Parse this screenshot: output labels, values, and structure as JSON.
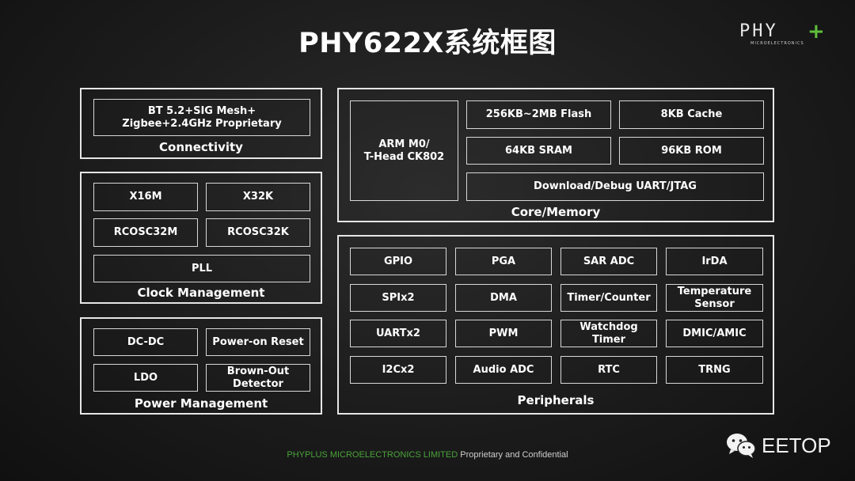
{
  "title": "PHY622X系统框图",
  "logo": {
    "text": "PHY",
    "sub": "MICROELECTRONICS"
  },
  "connectivity": {
    "label": "Connectivity",
    "box": "BT 5.2+SIG Mesh+\nZigbee+2.4GHz Proprietary"
  },
  "clock": {
    "label": "Clock Management",
    "x16m": "X16M",
    "x32k": "X32K",
    "rcosc32m": "RCOSC32M",
    "rcosc32k": "RCOSC32K",
    "pll": "PLL"
  },
  "power": {
    "label": "Power Management",
    "dcdc": "DC-DC",
    "por": "Power-on Reset",
    "ldo": "LDO",
    "bod": "Brown-Out\nDetector"
  },
  "core": {
    "label": "Core/Memory",
    "cpu": "ARM M0/\nT-Head CK802",
    "flash": "256KB~2MB Flash",
    "cache": "8KB Cache",
    "sram": "64KB SRAM",
    "rom": "96KB ROM",
    "debug": "Download/Debug UART/JTAG"
  },
  "periph": {
    "label": "Peripherals",
    "items": [
      "GPIO",
      "PGA",
      "SAR ADC",
      "IrDA",
      "SPIx2",
      "DMA",
      "Timer/Counter",
      "Temperature\nSensor",
      "UARTx2",
      "PWM",
      "Watchdog\nTimer",
      "DMIC/AMIC",
      "I2Cx2",
      "Audio ADC",
      "RTC",
      "TRNG"
    ]
  },
  "footer": {
    "company": "PHYPLUS MICROELECTRONICS LIMITED",
    "rest": " Proprietary and Confidential"
  },
  "watermark": {
    "text": "EETOP"
  }
}
